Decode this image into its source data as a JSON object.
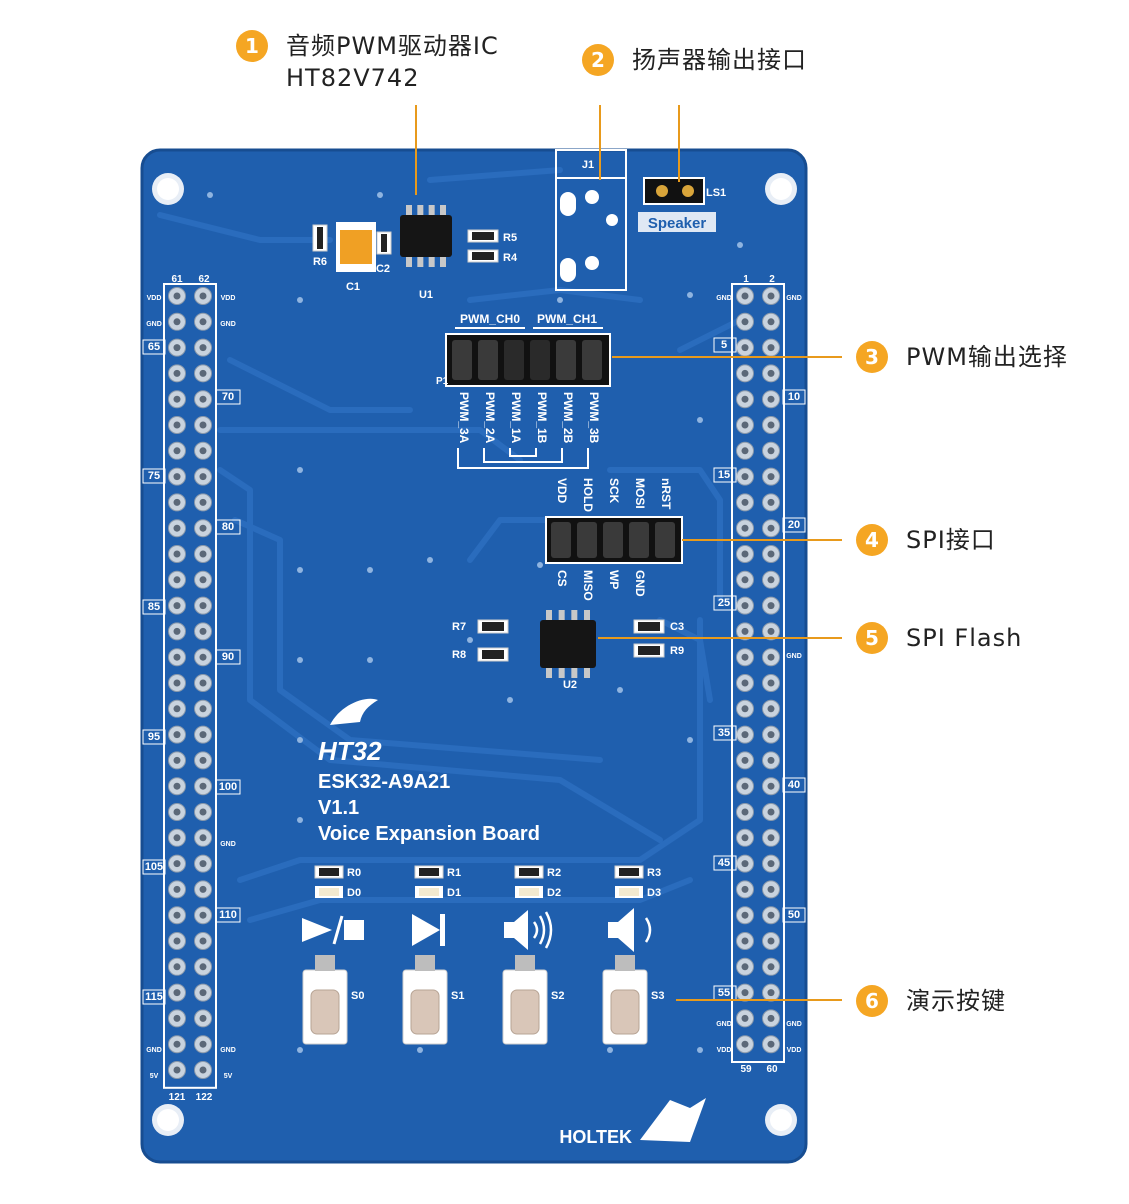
{
  "callouts": [
    {
      "number": "1",
      "title": "音频PWM驱动器IC",
      "subtitle": "HT82V742"
    },
    {
      "number": "2",
      "title": "扬声器输出接口"
    },
    {
      "number": "3",
      "title": "PWM输出选择"
    },
    {
      "number": "4",
      "title": "SPI接口"
    },
    {
      "number": "5",
      "title": "SPI Flash"
    },
    {
      "number": "6",
      "title": "演示按键"
    }
  ],
  "board": {
    "logo": "HT32",
    "model": "ESK32-A9A21",
    "version": "V1.1",
    "name": "Voice Expansion Board",
    "maker": "HOLTEK",
    "j1": "J1",
    "speaker_silk": "Speaker",
    "ls1": "LS1",
    "u1": "U1",
    "u2": "U2",
    "c1": "C1",
    "c2": "C2",
    "c3": "C3",
    "r4": "R4",
    "r5": "R5",
    "r6": "R6",
    "r7": "R7",
    "r8": "R8",
    "r9": "R9",
    "p1": "P1",
    "pwm_ch0": "PWM_CH0",
    "pwm_ch1": "PWM_CH1",
    "pwm_pins": [
      "PWM_3A",
      "PWM_2A",
      "PWM_1A",
      "PWM_1B",
      "PWM_2B",
      "PWM_3B"
    ],
    "spi_top": [
      "VDD",
      "HOLD",
      "SCK",
      "MOSI",
      "nRST"
    ],
    "spi_bottom": [
      "CS",
      "MISO",
      "WP",
      "GND"
    ],
    "led_r": [
      "R0",
      "R1",
      "R2",
      "R3"
    ],
    "led_d": [
      "D0",
      "D1",
      "D2",
      "D3"
    ],
    "switches": [
      "S0",
      "S1",
      "S2",
      "S3"
    ],
    "left_header": {
      "top": [
        "61",
        "62"
      ],
      "bottom": [
        "121",
        "122"
      ],
      "left_marks": [
        "VDD",
        "GND",
        "65",
        "75",
        "85",
        "95",
        "105",
        "115",
        "GND",
        "5V"
      ],
      "right_marks": [
        "VDD",
        "GND",
        "70",
        "80",
        "90",
        "100",
        "GND",
        "110",
        "GND",
        "5V"
      ]
    },
    "right_header": {
      "top": [
        "1",
        "2"
      ],
      "bottom": [
        "59",
        "60"
      ],
      "left_marks": [
        "GND",
        "5",
        "15",
        "25",
        "35",
        "45",
        "55",
        "GND",
        "VDD"
      ],
      "right_marks": [
        "GND",
        "10",
        "20",
        "GND",
        "40",
        "50",
        "GND",
        "VDD"
      ]
    }
  },
  "colors": {
    "pcb": "#1f5fae",
    "pcb_edge": "#174d91",
    "silk": "#ffffff",
    "accent": "#f5a623",
    "leader": "#e89a1c"
  }
}
